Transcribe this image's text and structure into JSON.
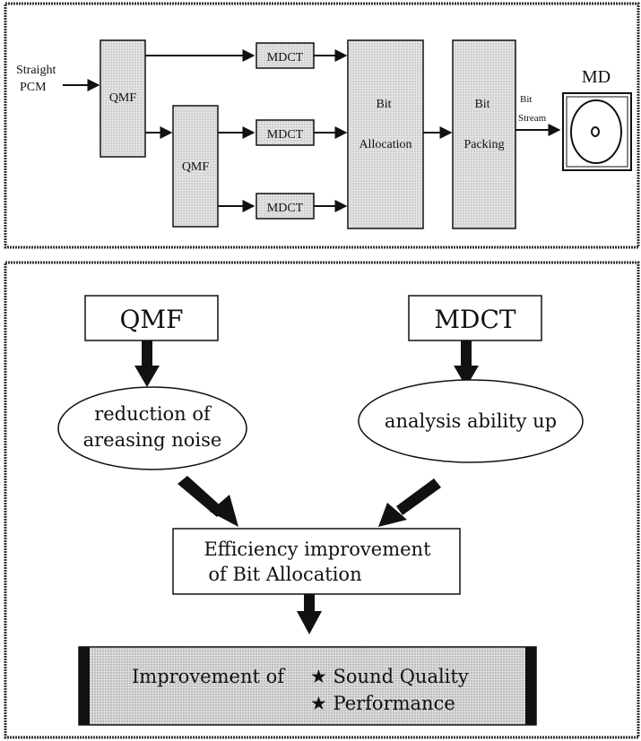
{
  "top_panel": {
    "input_label_line1": "Straight",
    "input_label_line2": "PCM",
    "qmf1": "QMF",
    "qmf2": "QMF",
    "mdct1": "MDCT",
    "mdct2": "MDCT",
    "mdct3": "MDCT",
    "bit_allocation_line1": "Bit",
    "bit_allocation_line2": "Allocation",
    "bit_packing_line1": "Bit",
    "bit_packing_line2": "Packing",
    "bit_stream_line1": "Bit",
    "bit_stream_line2": "Stream",
    "md_label": "MD"
  },
  "bottom_panel": {
    "qmf_box": "QMF",
    "mdct_box": "MDCT",
    "qmf_effect_line1": "reduction of",
    "qmf_effect_line2": "areasing noise",
    "mdct_effect": "analysis ability up",
    "efficiency_line1": "Efficiency improvement",
    "efficiency_line2": "of Bit Allocation",
    "improvement_label": "Improvement of",
    "star1": "★ Sound Quality",
    "star2": "★ Performance"
  },
  "colors": {
    "block_fill": "#e6e6e6",
    "stroke": "#111111",
    "bar_fill": "#d9d9d9"
  }
}
